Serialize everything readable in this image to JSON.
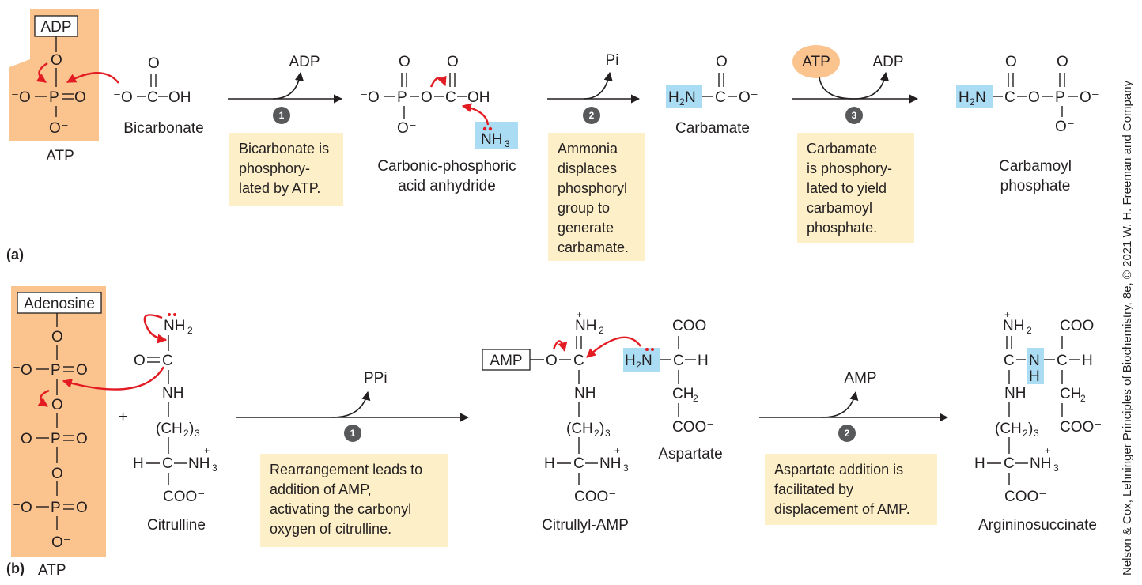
{
  "panel_a": {
    "label": "(a)",
    "atp_box_label": "ADP",
    "atp_caption": "ATP",
    "bicarbonate": "Bicarbonate",
    "arrow1_product": "ADP",
    "step1_num": "1",
    "step1_note": "Bicarbonate is\nphosphory-\nlated by ATP.",
    "anhydride_line1": "Carbonic-phosphoric",
    "anhydride_line2": "acid anhydride",
    "ammonia": "NH3",
    "arrow2_product": "Pi",
    "step2_num": "2",
    "step2_note": "Ammonia\ndisplaces\nphosphoryl\ngroup to\ngenerate\ncarbamate.",
    "carbamate": "Carbamate",
    "atp_bubble": "ATP",
    "arrow3_product": "ADP",
    "step3_num": "3",
    "step3_note": "Carbamate\nis phosphory-\nlated to yield\ncarbamoyl\nphosphate.",
    "carbamoyl_line1": "Carbamoyl",
    "carbamoyl_line2": "phosphate"
  },
  "panel_b": {
    "label": "(b)",
    "adenosine_box": "Adenosine",
    "atp_caption": "ATP",
    "plus": "+",
    "citrulline": "Citrulline",
    "arrow1_product": "PPi",
    "step1_num": "1",
    "step1_note": "Rearrangement leads to\naddition of AMP,\nactivating the carbonyl\noxygen of citrulline.",
    "amp_box": "AMP",
    "citrullyl_amp": "Citrullyl-AMP",
    "aspartate": "Aspartate",
    "arrow2_product": "AMP",
    "step2_num": "2",
    "step2_note": "Aspartate addition is\nfacilitated by\ndisplacement of AMP.",
    "argininosuccinate": "Argininosuccinate"
  },
  "credit": "Nelson & Cox, Lehninger Principles of Biochemistry, 8e, © 2021 W. H. Freeman and Company",
  "colors": {
    "atp_fill": "#fbc38e",
    "note_fill": "#fdf0c8",
    "highlight_blue": "#aadcf3",
    "arrow_red": "#e31b23",
    "step_circle": "#58595b"
  }
}
